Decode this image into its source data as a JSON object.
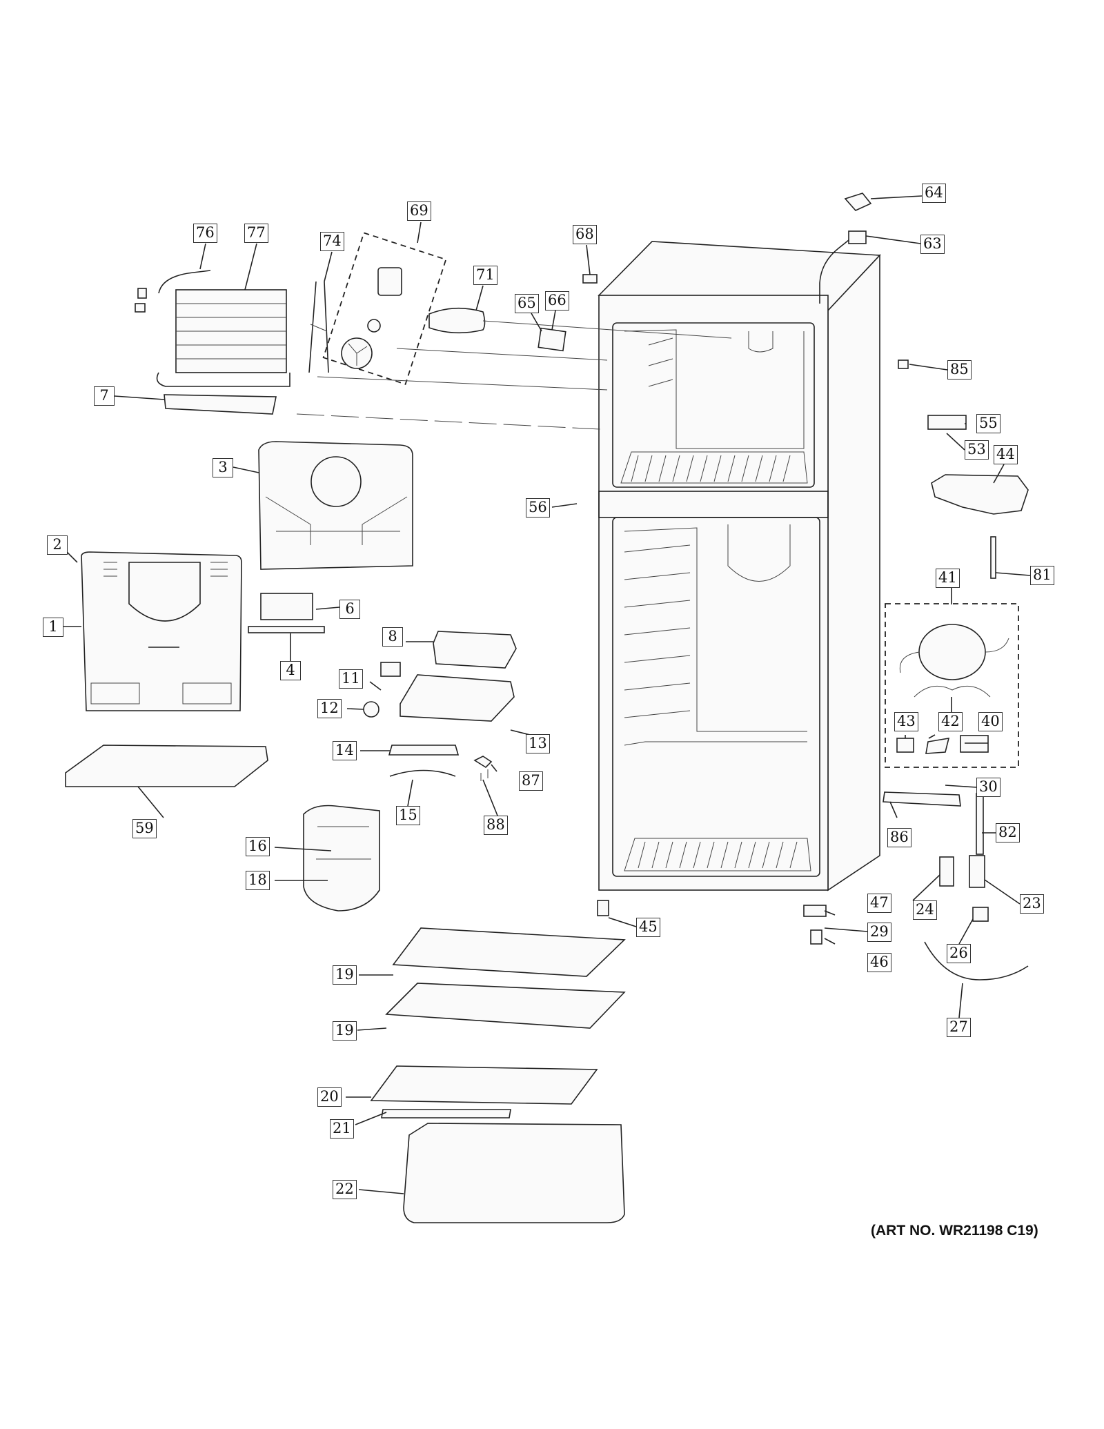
{
  "diagram": {
    "art_number": "(ART NO. WR21198 C19)",
    "callouts": [
      {
        "id": "c1",
        "text": "1"
      },
      {
        "id": "c2",
        "text": "2"
      },
      {
        "id": "c3",
        "text": "3"
      },
      {
        "id": "c4",
        "text": "4"
      },
      {
        "id": "c6",
        "text": "6"
      },
      {
        "id": "c7",
        "text": "7"
      },
      {
        "id": "c8",
        "text": "8"
      },
      {
        "id": "c11",
        "text": "11"
      },
      {
        "id": "c12",
        "text": "12"
      },
      {
        "id": "c13",
        "text": "13"
      },
      {
        "id": "c14",
        "text": "14"
      },
      {
        "id": "c15",
        "text": "15"
      },
      {
        "id": "c16",
        "text": "16"
      },
      {
        "id": "c18",
        "text": "18"
      },
      {
        "id": "c19a",
        "text": "19"
      },
      {
        "id": "c19b",
        "text": "19"
      },
      {
        "id": "c20",
        "text": "20"
      },
      {
        "id": "c21",
        "text": "21"
      },
      {
        "id": "c22",
        "text": "22"
      },
      {
        "id": "c23",
        "text": "23"
      },
      {
        "id": "c24",
        "text": "24"
      },
      {
        "id": "c26",
        "text": "26"
      },
      {
        "id": "c27",
        "text": "27"
      },
      {
        "id": "c29",
        "text": "29"
      },
      {
        "id": "c30",
        "text": "30"
      },
      {
        "id": "c40",
        "text": "40"
      },
      {
        "id": "c41",
        "text": "41"
      },
      {
        "id": "c42",
        "text": "42"
      },
      {
        "id": "c43",
        "text": "43"
      },
      {
        "id": "c44",
        "text": "44"
      },
      {
        "id": "c45",
        "text": "45"
      },
      {
        "id": "c46",
        "text": "46"
      },
      {
        "id": "c47",
        "text": "47"
      },
      {
        "id": "c53",
        "text": "53"
      },
      {
        "id": "c55",
        "text": "55"
      },
      {
        "id": "c56",
        "text": "56"
      },
      {
        "id": "c59",
        "text": "59"
      },
      {
        "id": "c63",
        "text": "63"
      },
      {
        "id": "c64",
        "text": "64"
      },
      {
        "id": "c65",
        "text": "65"
      },
      {
        "id": "c66",
        "text": "66"
      },
      {
        "id": "c68",
        "text": "68"
      },
      {
        "id": "c69",
        "text": "69"
      },
      {
        "id": "c71",
        "text": "71"
      },
      {
        "id": "c74",
        "text": "74"
      },
      {
        "id": "c76",
        "text": "76"
      },
      {
        "id": "c77",
        "text": "77"
      },
      {
        "id": "c81",
        "text": "81"
      },
      {
        "id": "c82",
        "text": "82"
      },
      {
        "id": "c85",
        "text": "85"
      },
      {
        "id": "c86",
        "text": "86"
      },
      {
        "id": "c87",
        "text": "87"
      },
      {
        "id": "c88",
        "text": "88"
      }
    ]
  }
}
